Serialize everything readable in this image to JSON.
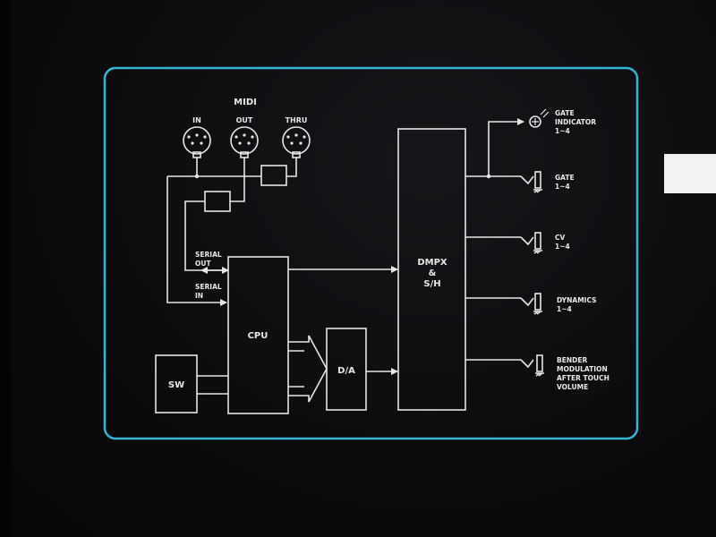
{
  "diagram": {
    "frame_color": "#33b5d6",
    "line_color": "#e6e6e6",
    "midi": {
      "title": "MIDI",
      "in_label": "IN",
      "out_label": "OUT",
      "thru_label": "THRU"
    },
    "blocks": {
      "cpu": "CPU",
      "sw": "SW",
      "da": "D/A",
      "dmpx_line1": "DMPX",
      "dmpx_line2": "&",
      "dmpx_line3": "S/H"
    },
    "serial": {
      "out_line1": "SERIAL",
      "out_line2": "OUT",
      "in_line1": "SERIAL",
      "in_line2": "IN"
    },
    "outputs": {
      "gate_indicator_line1": "GATE",
      "gate_indicator_line2": "INDICATOR",
      "gate_indicator_line3": "1~4",
      "gate_line1": "GATE",
      "gate_line2": "1~4",
      "cv_line1": "CV",
      "cv_line2": "1~4",
      "dynamics_line1": "DYNAMICS",
      "dynamics_line2": "1~4",
      "misc_line1": "BENDER",
      "misc_line2": "MODULATION",
      "misc_line3": "AFTER TOUCH",
      "misc_line4": "VOLUME"
    }
  }
}
